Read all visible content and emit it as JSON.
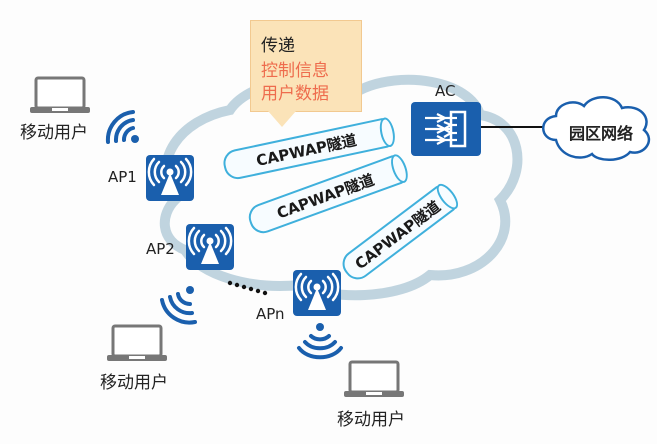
{
  "callout": {
    "line1": "传递",
    "line2": "控制信息",
    "line3": "用户数据"
  },
  "ac": {
    "label": "AC"
  },
  "campus_network": {
    "label": "园区网络"
  },
  "aps": [
    {
      "label": "AP1"
    },
    {
      "label": "AP2"
    },
    {
      "label": "APn"
    }
  ],
  "tunnels": [
    {
      "label": "CAPWAP隧道"
    },
    {
      "label": "CAPWAP隧道"
    },
    {
      "label": "CAPWAP隧道"
    }
  ],
  "users": [
    {
      "label": "移动用户"
    },
    {
      "label": "移动用户"
    },
    {
      "label": "移动用户"
    }
  ],
  "colors": {
    "device_blue": "#1a5fad",
    "tunnel_border": "#3fb0dc",
    "cloud_ring": "#b9cfdc",
    "callout_bg": "#fbe3b8",
    "callout_accent": "#ee6c4d"
  }
}
